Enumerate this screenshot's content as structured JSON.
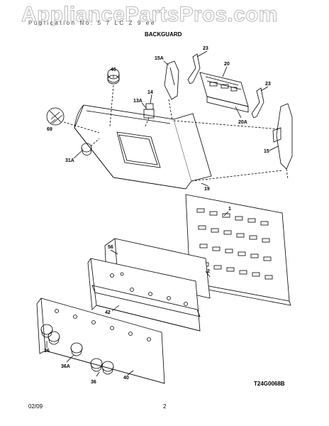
{
  "watermark": "AppliancePartsPros.com",
  "header_line": "Publication No: 5 7  LC Z 9 ee",
  "section_title": "BACKGUARD",
  "drawing_code": "T24G0068B",
  "footer": {
    "date": "02/09",
    "page_number": "2"
  },
  "callouts": {
    "p46": "46",
    "p69": "69",
    "p31a": "31A",
    "p13a": "13A",
    "p14": "14",
    "p15a": "15A",
    "p23a": "23",
    "p20": "20",
    "p23b": "23",
    "p20a": "20A",
    "p15": "15",
    "p19": "19",
    "p1": "1",
    "p56": "56",
    "p2": "2",
    "p42": "42",
    "p36a": "36",
    "p36A": "36A",
    "p36b": "36",
    "p40": "40"
  }
}
